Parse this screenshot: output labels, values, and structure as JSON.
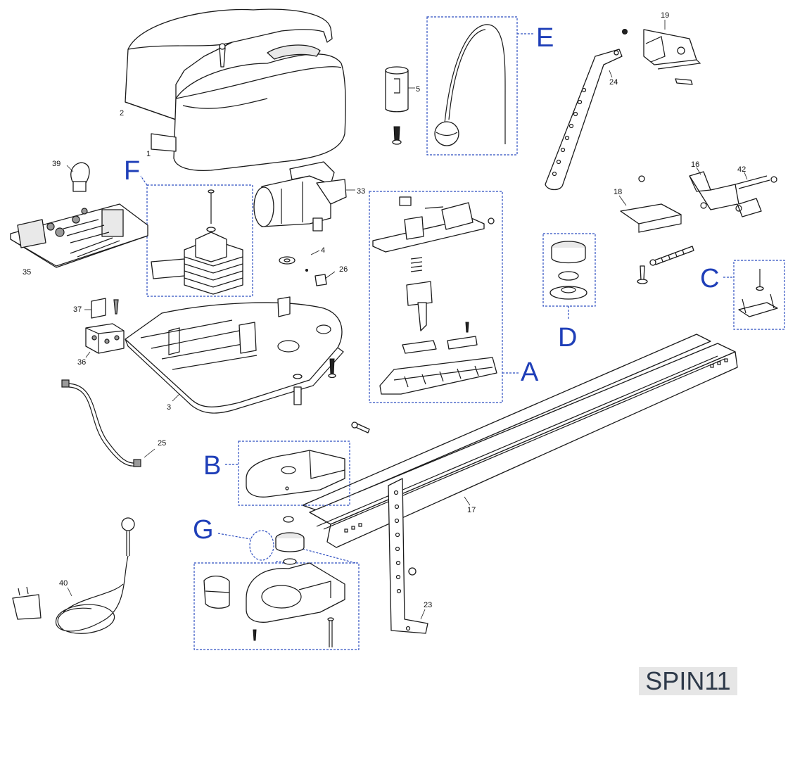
{
  "diagram": {
    "model_code": "SPIN11",
    "part_numbers": {
      "p1": "1",
      "p2": "2",
      "p3": "3",
      "p4": "4",
      "p5": "5",
      "p16": "16",
      "p17": "17",
      "p18": "18",
      "p19": "19",
      "p23": "23",
      "p24": "24",
      "p25": "25",
      "p26": "26",
      "p33": "33",
      "p35": "35",
      "p36": "36",
      "p37": "37",
      "p39": "39",
      "p40": "40",
      "p42": "42"
    },
    "group_letters": {
      "A": "A",
      "B": "B",
      "C": "C",
      "D": "D",
      "E": "E",
      "F": "F",
      "G": "G"
    },
    "colors": {
      "group_outline": "#2f4fc0",
      "group_letter": "#1f3fb8",
      "line_art": "#1a1a1a"
    }
  }
}
